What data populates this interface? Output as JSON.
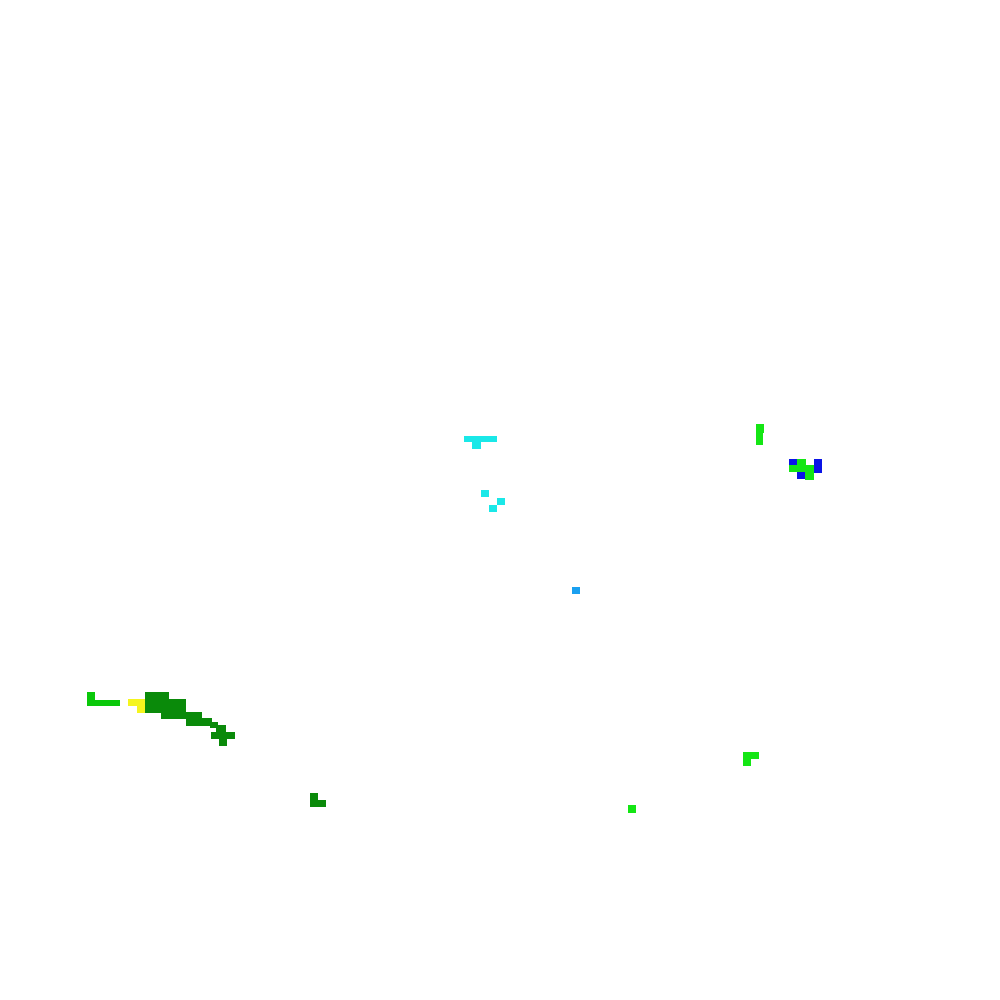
{
  "map": {
    "background": "#ffffff",
    "palette": {
      "cyan": "#1ae8e8",
      "light-blue": "#1aa0f0",
      "blue": "#0a14e6",
      "bright-green": "#14e614",
      "green": "#0ac80a",
      "dark-green": "#0a8a0a",
      "yellow": "#f5f51e"
    },
    "regions": [
      {
        "name": "cyan-region-north",
        "color": "cyan"
      },
      {
        "name": "cyan-region-scattered",
        "color": "cyan"
      },
      {
        "name": "light-blue-point",
        "color": "light-blue"
      },
      {
        "name": "bright-green-region-northeast",
        "color": "bright-green"
      },
      {
        "name": "blue-green-cluster-northeast",
        "color": "blue"
      },
      {
        "name": "green-region-west",
        "color": "green"
      },
      {
        "name": "yellow-region-west",
        "color": "yellow"
      },
      {
        "name": "dark-green-region-southwest",
        "color": "dark-green"
      },
      {
        "name": "dark-green-region-south",
        "color": "dark-green"
      },
      {
        "name": "bright-green-region-southeast",
        "color": "bright-green"
      },
      {
        "name": "bright-green-point-south",
        "color": "bright-green"
      }
    ]
  }
}
